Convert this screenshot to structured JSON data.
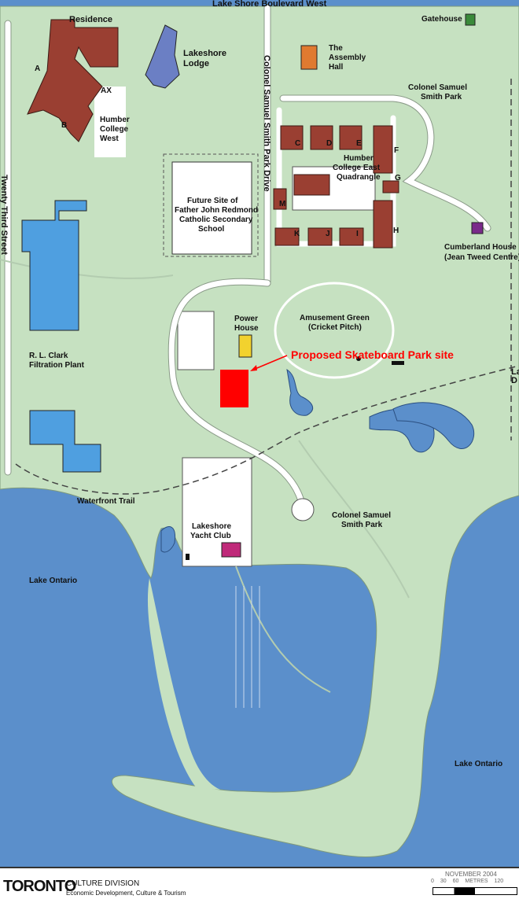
{
  "map": {
    "colors": {
      "land": "#c6e1c1",
      "water": "#5b8fcb",
      "building": "#9a3f32",
      "lodge": "#6b7fc4",
      "filtration": "#4f9fe0",
      "proposed_site": "#ff0000",
      "power_house": "#f2d22e",
      "assembly_hall": "#e07a30",
      "cumberland": "#7a2a8a",
      "yacht_club": "#c02a7a",
      "gatehouse": "#3a8a3a"
    },
    "streets": {
      "top": "Lake Shore Boulevard West",
      "park_drive": "Colonel Samuel Smith Park Drive",
      "twenty_third": "Twenty Third Street",
      "right_cut_1": "La",
      "right_cut_2": "D"
    },
    "labels": {
      "residence": "Residence",
      "lakeshore_lodge_1": "Lakeshore",
      "lakeshore_lodge_2": "Lodge",
      "humber_west_1": "Humber",
      "humber_west_2": "College",
      "humber_west_3": "West",
      "gatehouse": "Gatehouse",
      "assembly_1": "The",
      "assembly_2": "Assembly",
      "assembly_3": "Hall",
      "css_park_top_1": "Colonel Samuel",
      "css_park_top_2": "Smith Park",
      "future_1": "Future Site of",
      "future_2": "Father John Redmond",
      "future_3": "Catholic Secondary",
      "future_4": "School",
      "humber_east_1": "Humber",
      "humber_east_2": "College East",
      "humber_east_3": "Quadrangle",
      "cumberland_1": "Cumberland House",
      "cumberland_2": "(Jean Tweed Centre)",
      "amusement_1": "Amusement Green",
      "amusement_2": "(Cricket Pitch)",
      "power_1": "Power",
      "power_2": "House",
      "proposed": "Proposed Skateboard Park site",
      "filtration_1": "R. L. Clark",
      "filtration_2": "Filtration Plant",
      "waterfront": "Waterfront Trail",
      "css_park_bottom_1": "Colonel Samuel",
      "css_park_bottom_2": "Smith Park",
      "yacht_1": "Lakeshore",
      "yacht_2": "Yacht Club",
      "lake_left": "Lake Ontario",
      "lake_right": "Lake Ontario"
    },
    "buildings": {
      "A": "A",
      "AX": "AX",
      "B": "B",
      "C": "C",
      "D": "D",
      "E": "E",
      "F": "F",
      "G": "G",
      "H": "H",
      "I": "I",
      "J": "J",
      "K": "K",
      "M": "M"
    }
  },
  "footer": {
    "logo": "TORONTO",
    "division": "CULTURE DIVISION",
    "subdivision": "Economic Development, Culture & Tourism",
    "date": "NOVEMBER 2004",
    "scale_labels": [
      "0",
      "30",
      "60",
      "METRES",
      "120"
    ]
  }
}
